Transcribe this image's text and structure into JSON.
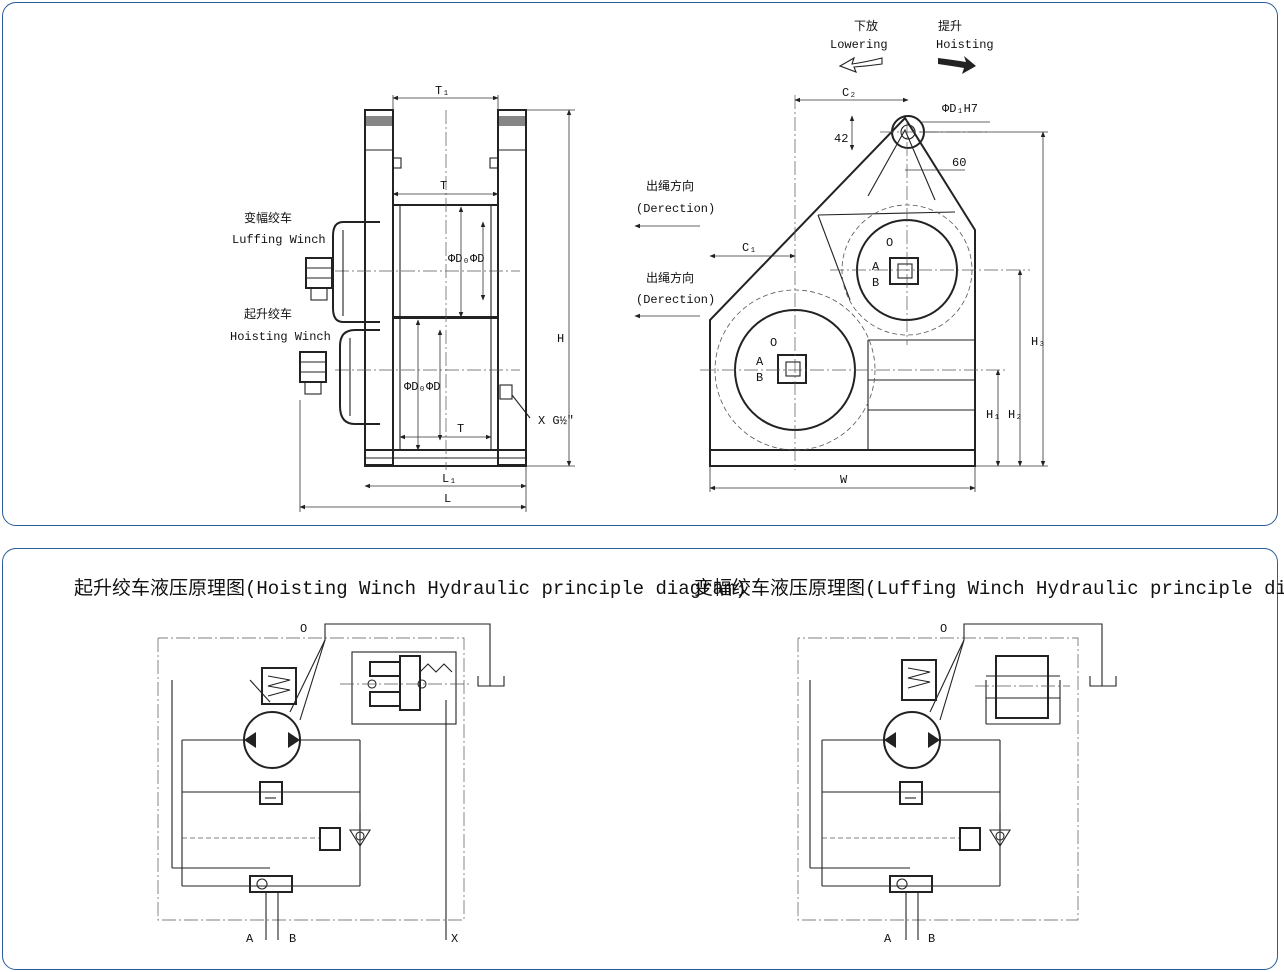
{
  "colors": {
    "panel_border": "#2a5c9a",
    "line": "#222222"
  },
  "front_view": {
    "luffing_winch": {
      "cn": "变幅绞车",
      "en": "Luffing Winch"
    },
    "hoisting_winch": {
      "cn": "起升绞车",
      "en": "Hoisting Winch"
    },
    "dims": {
      "t1": "T₁",
      "t_top": "T",
      "t_bottom": "T",
      "l1": "L₁",
      "l": "L",
      "h": "H",
      "d0_top": "ΦD₀",
      "d_top": "ΦD",
      "d0_bottom": "ΦD₀",
      "d_bottom": "ΦD",
      "port_x": "X G½\""
    }
  },
  "side_view": {
    "lowering": {
      "cn": "下放",
      "en": "Lowering"
    },
    "hoisting": {
      "cn": "提升",
      "en": "Hoisting"
    },
    "rope_direction_top": {
      "cn": "出绳方向",
      "en": "(Derection)"
    },
    "rope_direction_bottom": {
      "cn": "出绳方向",
      "en": "(Derection)"
    },
    "dims": {
      "c2": "C₂",
      "d1": "ΦD₁H7",
      "dim_42": "42",
      "dim_60": "60",
      "c1": "C₁",
      "w": "W",
      "h1": "H₁",
      "h2": "H₂",
      "h3": "H₃",
      "port_o_top": "O",
      "port_a_top": "A",
      "port_b_top": "B",
      "port_o_bottom": "O",
      "port_a_bottom": "A",
      "port_b_bottom": "B"
    }
  },
  "hoisting_diagram": {
    "title": "起升绞车液压原理图(Hoisting Winch Hydraulic principle diagram)",
    "port_o": "O",
    "port_a": "A",
    "port_b": "B",
    "port_x": "X"
  },
  "luffing_diagram": {
    "title": "变幅绞车液压原理图(Luffing Winch Hydraulic principle diagram)",
    "port_o": "O",
    "port_a": "A",
    "port_b": "B"
  }
}
